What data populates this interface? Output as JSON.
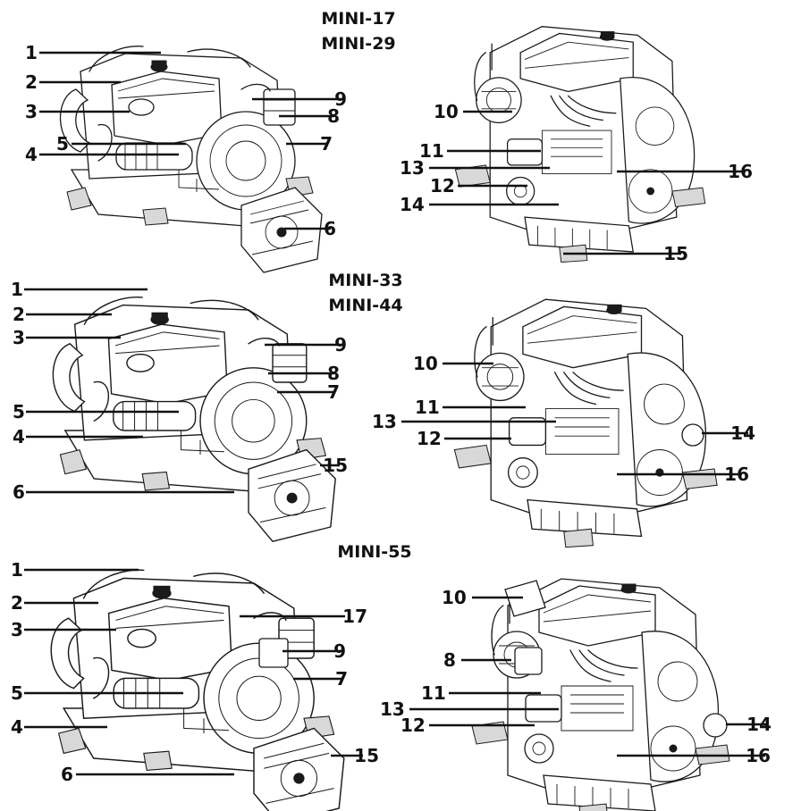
{
  "sections": [
    {
      "titles": [
        "MINI-17",
        "MINI-29"
      ],
      "left_labels": [
        "1",
        "2",
        "3",
        "4",
        "5",
        "6",
        "7",
        "8",
        "9"
      ],
      "right_labels": [
        "10",
        "11",
        "12",
        "13",
        "14",
        "15",
        "16"
      ]
    },
    {
      "titles": [
        "MINI-33",
        "MINI-44"
      ],
      "left_labels": [
        "1",
        "2",
        "3",
        "4",
        "5",
        "6",
        "7",
        "8",
        "9",
        "15"
      ],
      "right_labels": [
        "10",
        "11",
        "12",
        "13",
        "14",
        "16"
      ]
    },
    {
      "titles": [
        "MINI-55"
      ],
      "left_labels": [
        "1",
        "2",
        "3",
        "4",
        "5",
        "6",
        "7",
        "9",
        "15",
        "17"
      ],
      "right_labels": [
        "8",
        "10",
        "11",
        "12",
        "13",
        "14",
        "16"
      ]
    }
  ]
}
